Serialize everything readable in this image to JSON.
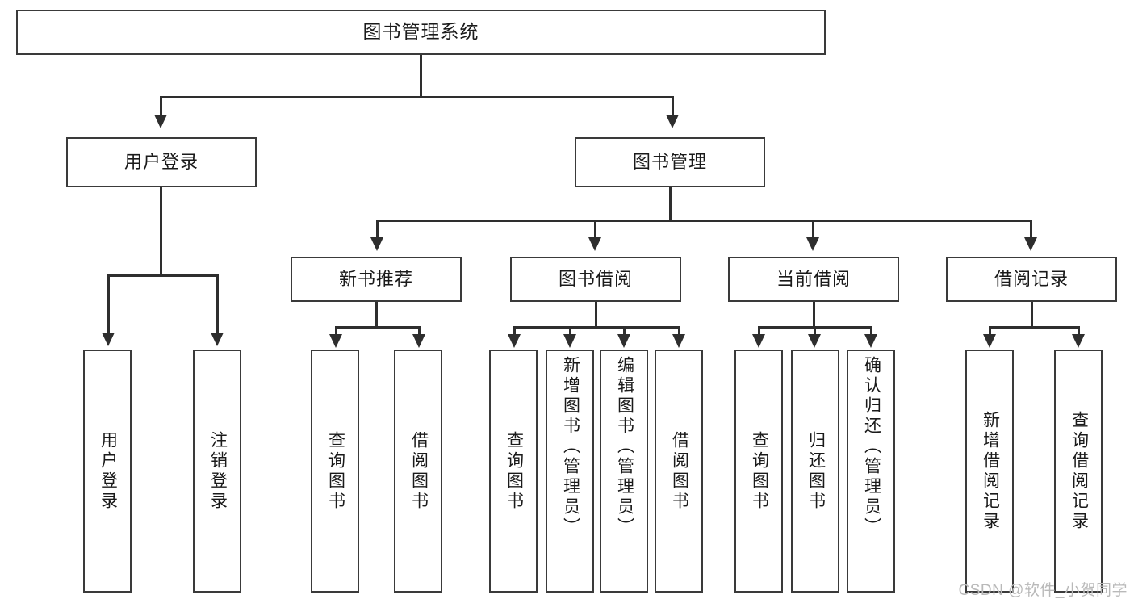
{
  "diagram": {
    "title": "图书管理系统",
    "type": "tree-hierarchy",
    "root": {
      "label": "图书管理系统"
    },
    "level2": [
      {
        "label": "用户登录"
      },
      {
        "label": "图书管理"
      }
    ],
    "level3": [
      {
        "label": "新书推荐"
      },
      {
        "label": "图书借阅"
      },
      {
        "label": "当前借阅"
      },
      {
        "label": "借阅记录"
      }
    ],
    "leaves": {
      "user_login": [
        {
          "label": "用户登录"
        },
        {
          "label": "注销登录"
        }
      ],
      "new_book_recommend": [
        {
          "label": "查询图书"
        },
        {
          "label": "借阅图书"
        }
      ],
      "book_borrow": [
        {
          "label": "查询图书"
        },
        {
          "label": "新增图书（管理员）"
        },
        {
          "label": "编辑图书（管理员）"
        },
        {
          "label": "借阅图书"
        }
      ],
      "current_borrow": [
        {
          "label": "查询图书"
        },
        {
          "label": "归还图书"
        },
        {
          "label": "确认归还（管理员）"
        }
      ],
      "borrow_record": [
        {
          "label": "新增借阅记录"
        },
        {
          "label": "查询借阅记录"
        }
      ]
    }
  },
  "watermark": {
    "text": "CSDN @软件_小贺同学"
  },
  "colors": {
    "box_border": "#3a3a3a",
    "connector": "#2e2e2e",
    "background": "#ffffff",
    "text": "#1a1a1a",
    "watermark": "#b9b9b9"
  }
}
